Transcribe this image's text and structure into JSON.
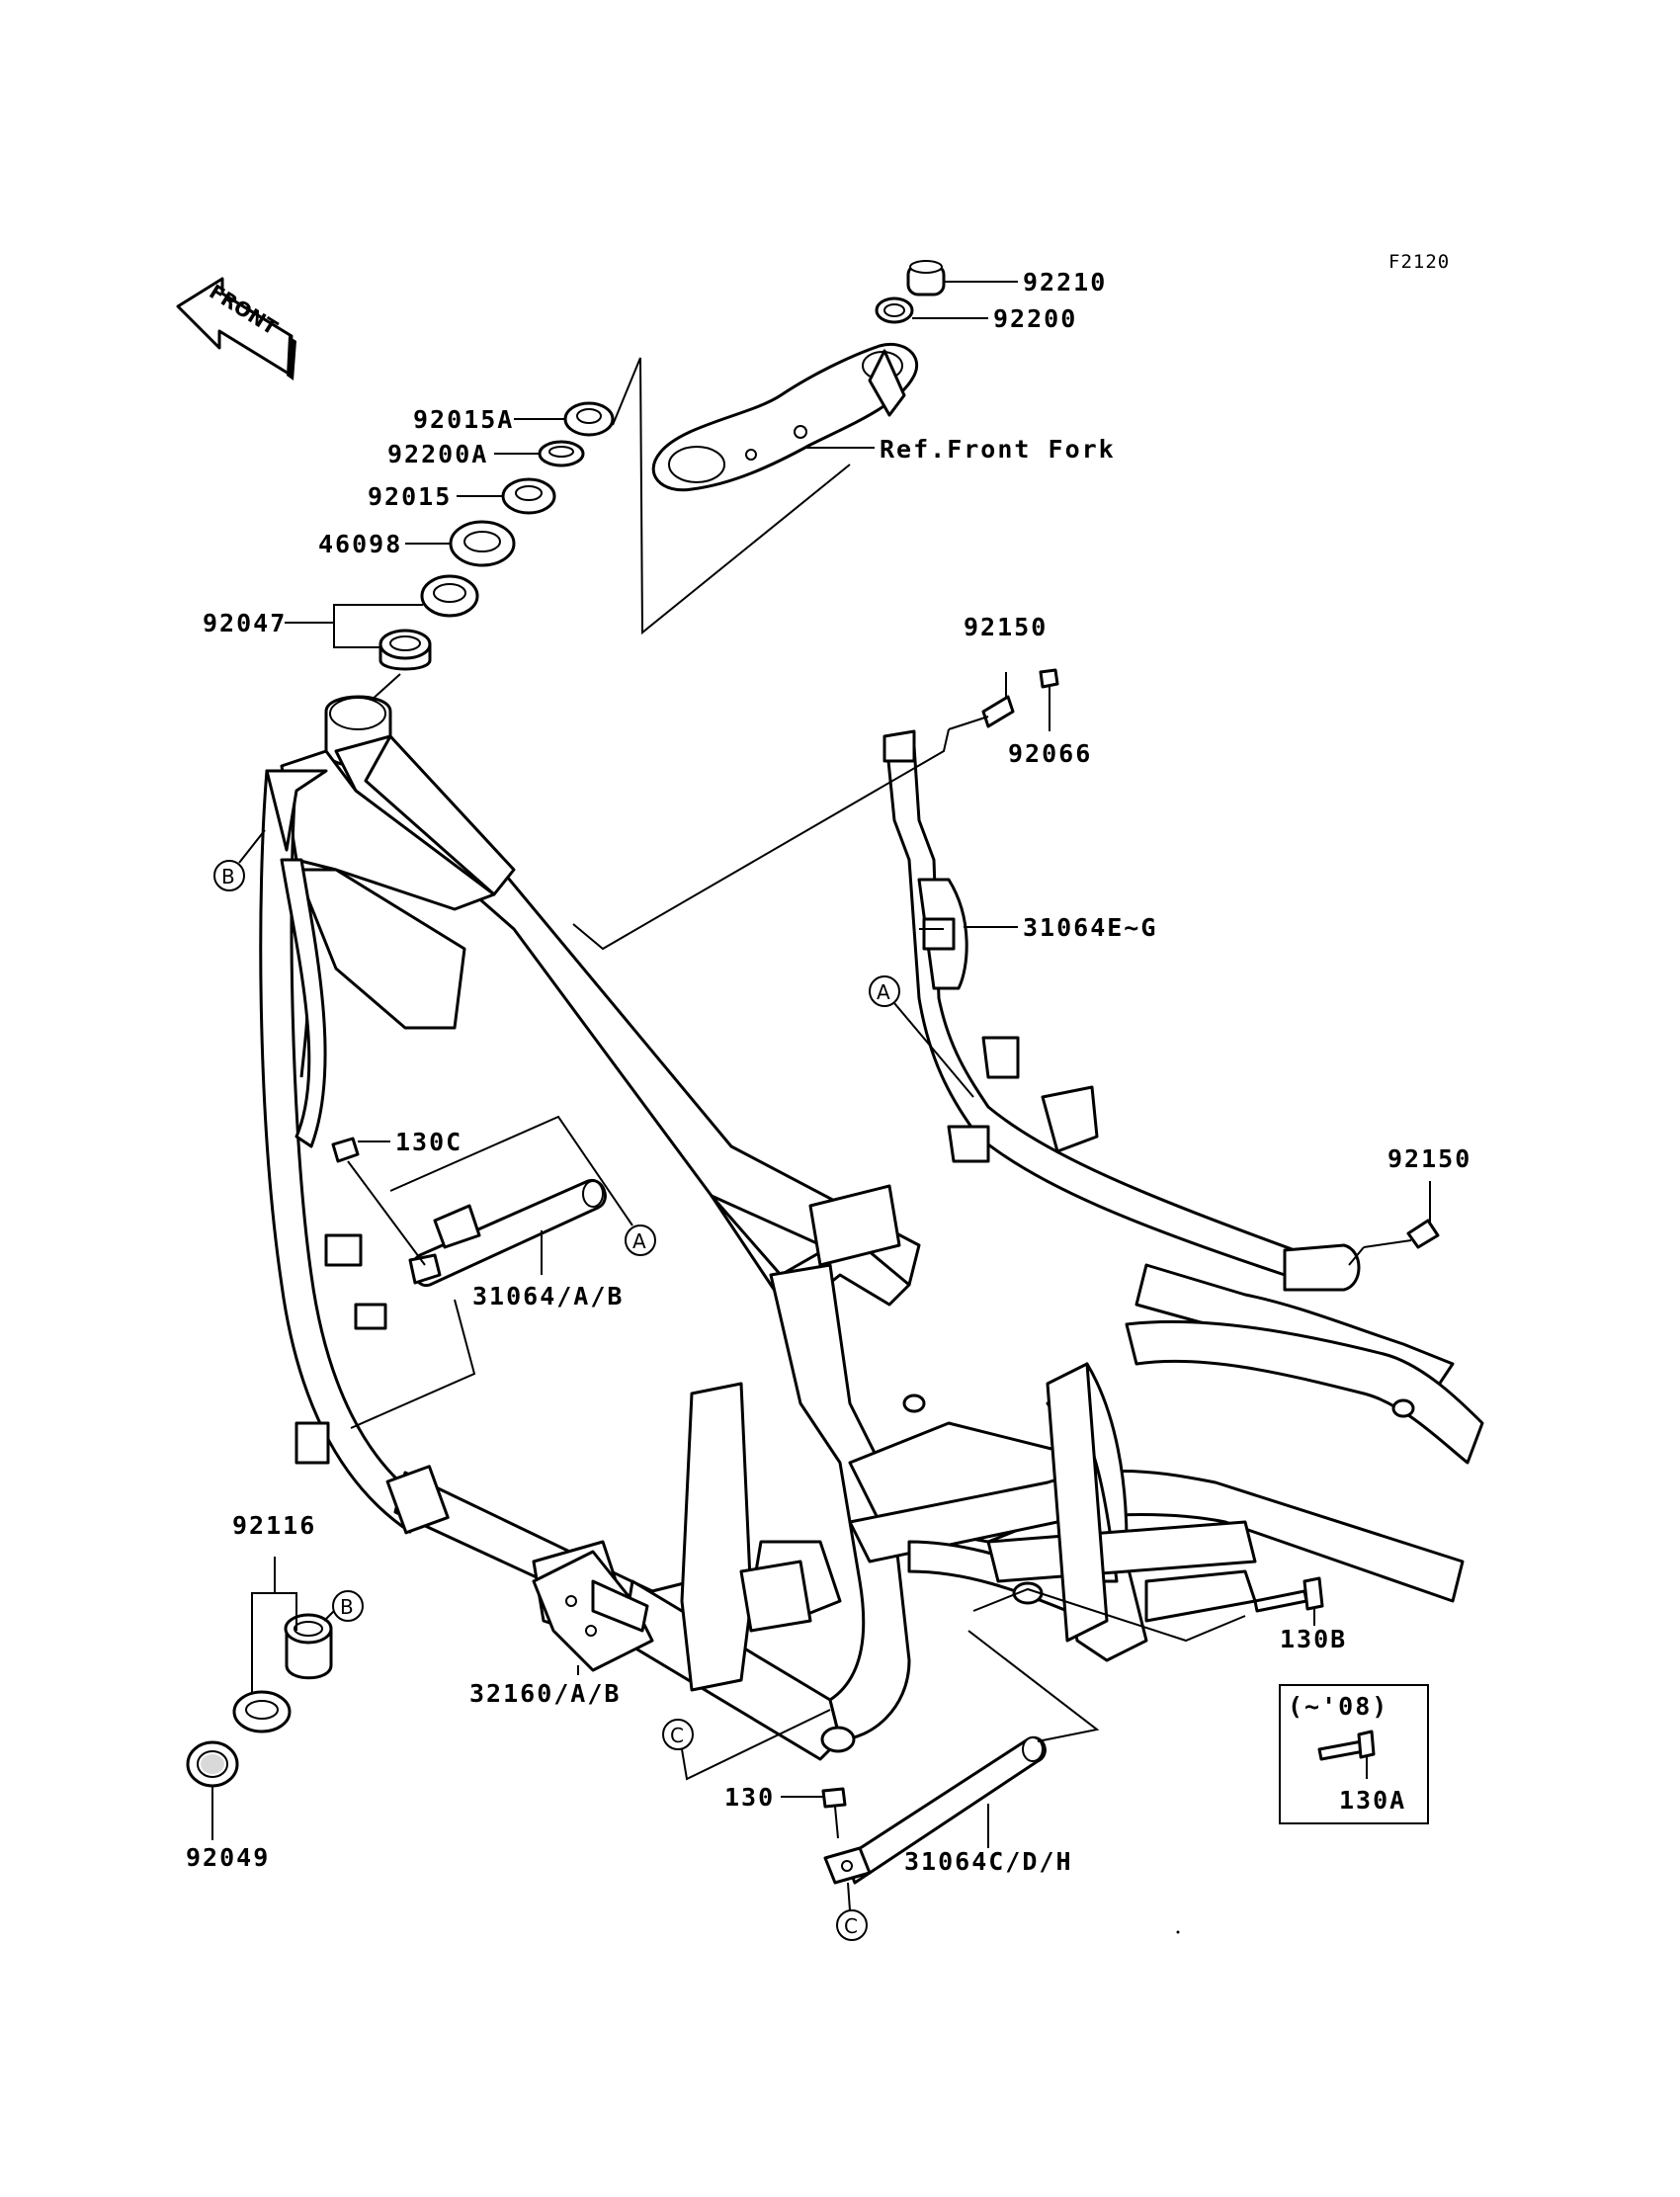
{
  "figure_code": "F2120",
  "front_arrow": {
    "text": "FRONT",
    "icon": "front-direction-arrow-icon"
  },
  "callouts": {
    "p92210": "92210",
    "p92200": "92200",
    "ref_front_fork": "Ref.Front Fork",
    "p92015A": "92015A",
    "p92200A": "92200A",
    "p92015": "92015",
    "p46098": "46098",
    "p92047": "92047",
    "p92150_top": "92150",
    "p92066": "92066",
    "p31064EG": "31064E~G",
    "p130C": "130C",
    "p31064AB": "31064/A/B",
    "p92150_right": "92150",
    "p92116": "92116",
    "p32160AB": "32160/A/B",
    "p130B": "130B",
    "p130": "130",
    "p31064CDH": "31064C/D/H",
    "p92049": "92049",
    "p130A": "130A"
  },
  "markers": {
    "A": "A",
    "B": "B",
    "C": "C"
  },
  "inset": {
    "note": "(~'08)"
  }
}
